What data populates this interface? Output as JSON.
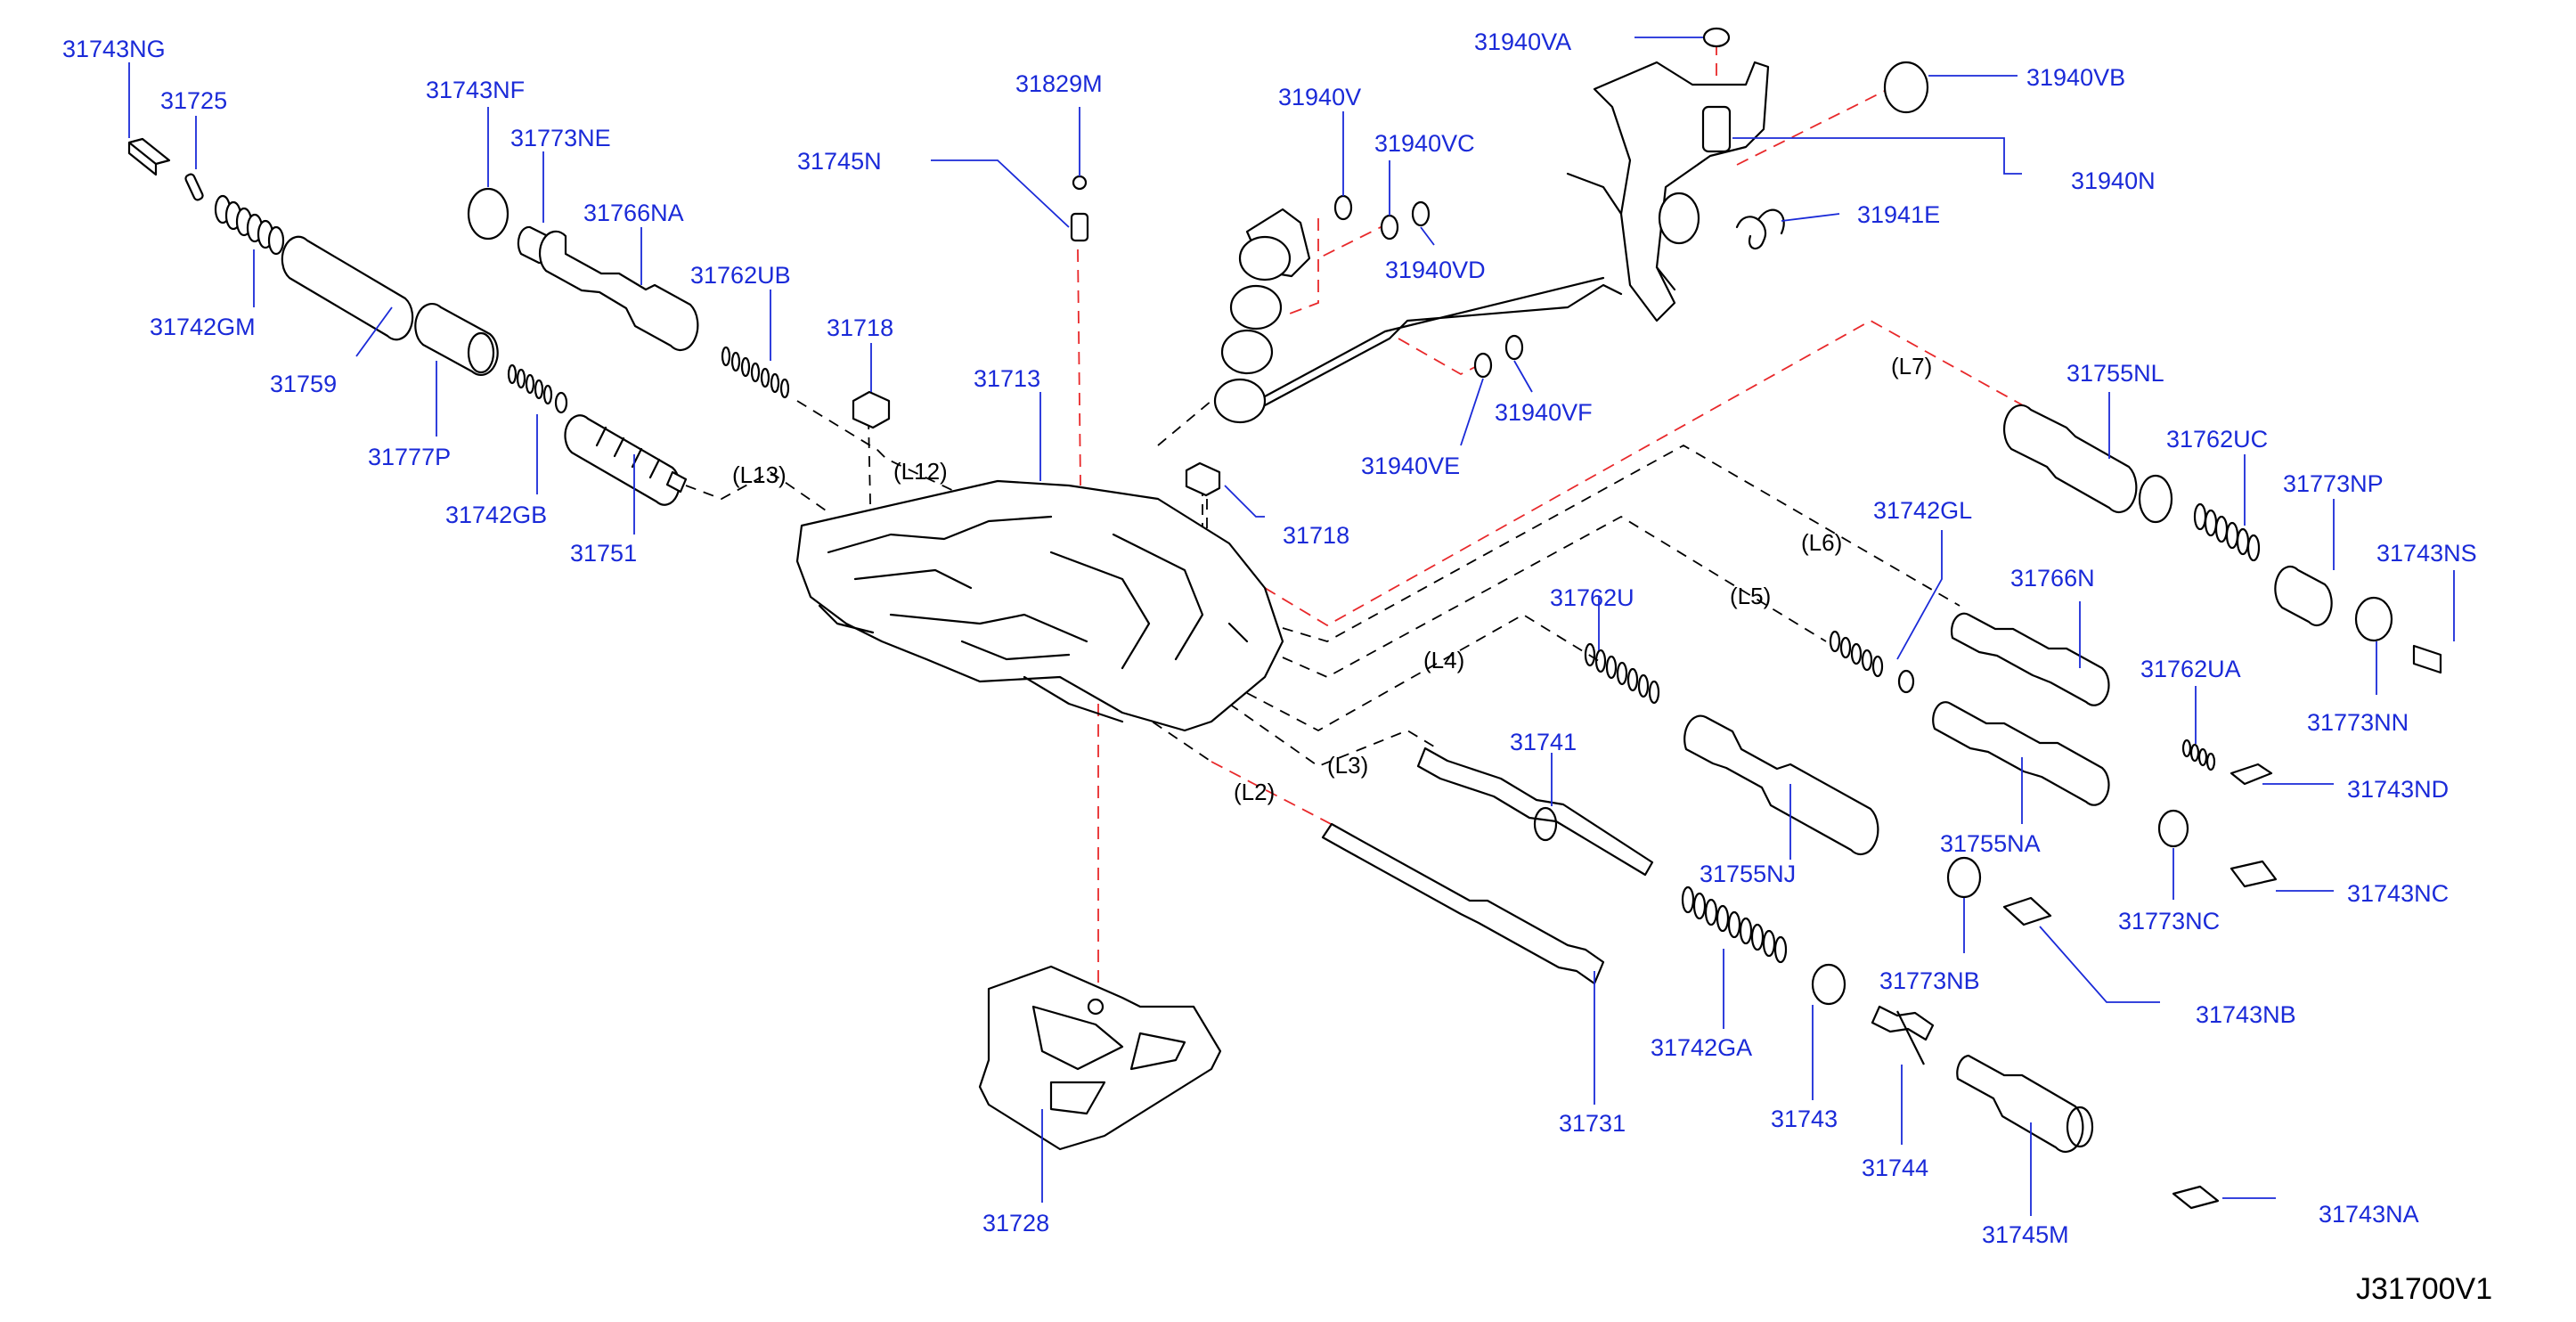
{
  "reference_code": "J31700V1",
  "part_labels": {
    "p31743NG": "31743NG",
    "p31725": "31725",
    "p31742GM": "31742GM",
    "p31759": "31759",
    "p31743NF": "31743NF",
    "p31773NE": "31773NE",
    "p31766NA": "31766NA",
    "p31777P": "31777P",
    "p31742GB": "31742GB",
    "p31751": "31751",
    "p31762UB": "31762UB",
    "p31745N": "31745N",
    "p31829M": "31829M",
    "p31718a": "31718",
    "p31713": "31713",
    "p31718b": "31718",
    "p31940V": "31940V",
    "p31940VC": "31940VC",
    "p31940VD": "31940VD",
    "p31940VE": "31940VE",
    "p31940VF": "31940VF",
    "p31940VA": "31940VA",
    "p31940VB": "31940VB",
    "p31940N": "31940N",
    "p31941E": "31941E",
    "p31755NL": "31755NL",
    "p31762UC": "31762UC",
    "p31773NP": "31773NP",
    "p31743NS": "31743NS",
    "p31773NN": "31773NN",
    "p31742GL": "31742GL",
    "p31766N": "31766N",
    "p31762UA": "31762UA",
    "p31743ND": "31743ND",
    "p31762U": "31762U",
    "p31755NA": "31755NA",
    "p31773NC": "31773NC",
    "p31743NC": "31743NC",
    "p31741": "31741",
    "p31755NJ": "31755NJ",
    "p31773NB": "31773NB",
    "p31743NB": "31743NB",
    "p31742GA": "31742GA",
    "p31731": "31731",
    "p31743": "31743",
    "p31744": "31744",
    "p31745M": "31745M",
    "p31743NA": "31743NA",
    "p31728": "31728"
  },
  "group_labels": {
    "L2": "(L2)",
    "L3": "(L3)",
    "L4": "(L4)",
    "L5": "(L5)",
    "L6": "(L6)",
    "L7": "(L7)",
    "L12": "(L12)",
    "L13": "(L13)"
  }
}
